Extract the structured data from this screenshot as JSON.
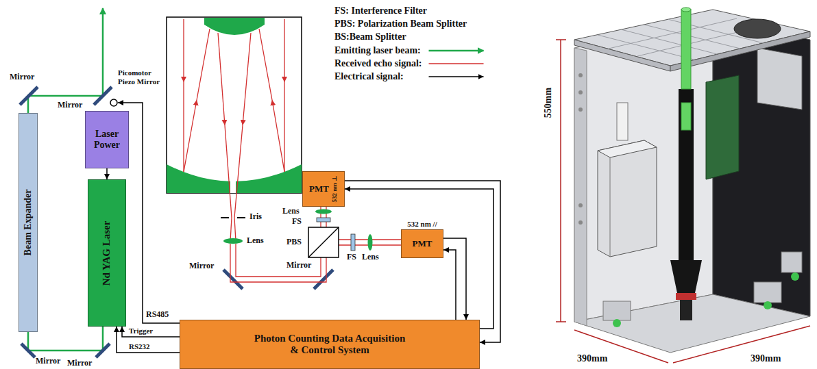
{
  "diagram": {
    "nodes": [
      {
        "text": [
          "Beam Expander"
        ]
      },
      {
        "text": [
          "Laser Power"
        ]
      },
      {
        "text": [
          "Nd YAG Laser"
        ]
      },
      {
        "text": [
          "PMT",
          "532 nm ⊥"
        ]
      },
      {
        "text": [
          "PMT",
          "532 nm //"
        ]
      },
      {
        "text": [
          "Photon Counting Data Acquisition & Control System"
        ]
      }
    ],
    "edges": [
      {
        "from": 1,
        "to": 2,
        "arrow": "to"
      },
      {
        "from": 5,
        "to": 2,
        "label": "Trigger",
        "arrow": "to"
      },
      {
        "from": 5,
        "to": 2,
        "label": "RS232",
        "arrow": "to"
      },
      {
        "from": 3,
        "to": 5,
        "arrow": "to"
      },
      {
        "from": 5,
        "to": 3,
        "arrow": "to"
      },
      {
        "from": 4,
        "to": 5,
        "arrow": "to"
      },
      {
        "from": 5,
        "to": 4,
        "arrow": "to"
      }
    ],
    "labels": [
      "Mirror",
      "Mirror",
      "Picomotor Piezo Mirror",
      "FS: Interference Filter",
      "PBS: Polarization Beam Splitter",
      "BS:Beam Splitter",
      "Lens",
      "FS",
      "PBS",
      "FS",
      "Lens",
      "Iris",
      "Lens",
      "Mirror",
      "Mirror",
      "RS485",
      "Mirror",
      "Mirror",
      "550mm",
      "390mm",
      "390mm"
    ],
    "legend": [
      {
        "text": "Emitting laser beam:"
      },
      {
        "text": "Received echo signal:"
      },
      {
        "text": "Electrical signal:"
      }
    ]
  }
}
